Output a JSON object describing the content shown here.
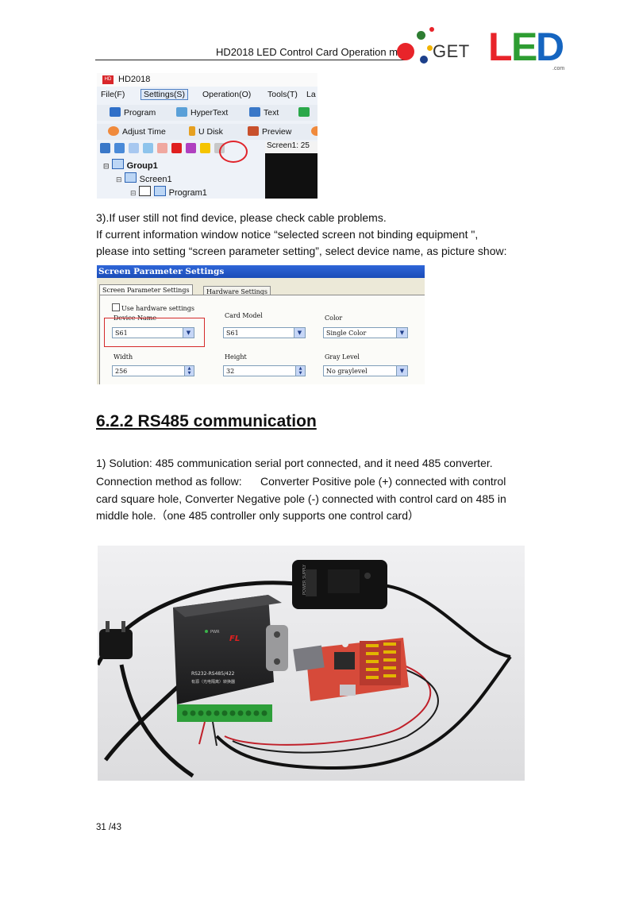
{
  "header": {
    "title": "HD2018 LED Control Card Operation ma",
    "logo": {
      "prefix": "GET",
      "big_letters": [
        "L",
        "E",
        "D"
      ],
      "suffix": ".com",
      "colors": [
        "#e8242a",
        "#2e7d32",
        "#1565c0"
      ]
    }
  },
  "shot1": {
    "app_name": "HD2018",
    "menu": [
      "File(F)",
      "Settings(S)",
      "Operation(O)",
      "Tools(T)",
      "La"
    ],
    "toolbar1": [
      "Program",
      "HyperText",
      "Text"
    ],
    "toolbar2": [
      "Adjust Time",
      "U Disk",
      "Preview"
    ],
    "tree": [
      "Group1",
      "Screen1",
      "Program1"
    ],
    "screen_label": "Screen1: 25"
  },
  "paragraph1": [
    "3).If user still not find device, please check cable problems.",
    "If current information window notice “selected screen not binding equipment \",",
    "please into setting “screen parameter setting”, select device name, as picture show:"
  ],
  "shot2": {
    "title": "Screen Parameter Settings",
    "tabs": [
      "Screen Parameter Settings",
      "Hardware Settings"
    ],
    "checkbox": "Use hardware settings",
    "device_name": {
      "label": "Device Name",
      "value": "S61"
    },
    "card_model": {
      "label": "Card Model",
      "value": "S61"
    },
    "color": {
      "label": "Color",
      "value": "Single Color"
    },
    "width": {
      "label": "Width",
      "value": "256"
    },
    "height": {
      "label": "Height",
      "value": "32"
    },
    "gray_level": {
      "label": "Gray Level",
      "value": "No graylevel"
    }
  },
  "section_heading": "6.2.2 RS485 communication",
  "paragraph2": [
    "1) Solution: 485 communication serial port connected, and it need 485 converter.",
    "Connection method as follow:      Converter Positive pole (+) connected with control",
    "card square hole, Converter Negative pole (-) connected with control card on 485 in",
    "middle hole.（one 485 controller only supports one control card）"
  ],
  "photo": {
    "converter_brand": "FL",
    "converter_model": "RS232-RS485/422",
    "converter_subtitle": "有源（光电隔离）转换器",
    "power_label": "PWR",
    "adapter_text": "POWER SUPPLY"
  },
  "footer": {
    "page": "31 /43"
  }
}
